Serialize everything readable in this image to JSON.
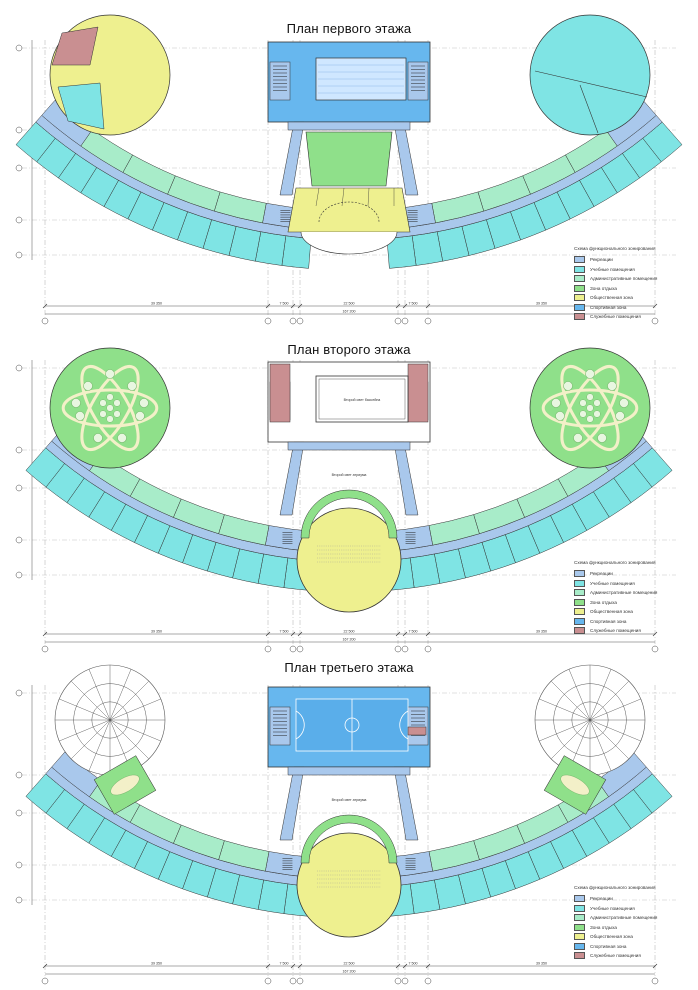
{
  "plans": [
    {
      "title": "План первого этажа",
      "center_label": "",
      "hall_label": ""
    },
    {
      "title": "План второго этажа",
      "center_label": "Второй свет бассейна",
      "hall_label": "Второй свет атриума"
    },
    {
      "title": "План третьего этажа",
      "center_label": "",
      "hall_label": "Второй свет атриума"
    }
  ],
  "legend": {
    "title": "Схема функционального зонирования",
    "items": [
      {
        "label": "Рекреации",
        "color": "#a9c8ec"
      },
      {
        "label": "Учебные помещения",
        "color": "#7fe4e4"
      },
      {
        "label": "Административные помещения",
        "color": "#a8ecc9"
      },
      {
        "label": "Зона отдыха",
        "color": "#8fe08a"
      },
      {
        "label": "Общественная зона",
        "color": "#eef08f"
      },
      {
        "label": "Спортивная зона",
        "color": "#67b7ee"
      },
      {
        "label": "Служебные помещения",
        "color": "#c98f91"
      }
    ]
  },
  "dimensions": {
    "bottom": [
      "39 350",
      "7 500",
      "22 500",
      "7 500",
      "39 350"
    ],
    "total": "167 200"
  },
  "colors": {
    "recreation": "#a9c8ec",
    "classroom": "#7fe4e4",
    "admin": "#a8ecc9",
    "rest": "#8fe08a",
    "public": "#eef08f",
    "sport": "#67b7ee",
    "service": "#c98f91",
    "water": "#ffffff",
    "line": "#333333"
  }
}
